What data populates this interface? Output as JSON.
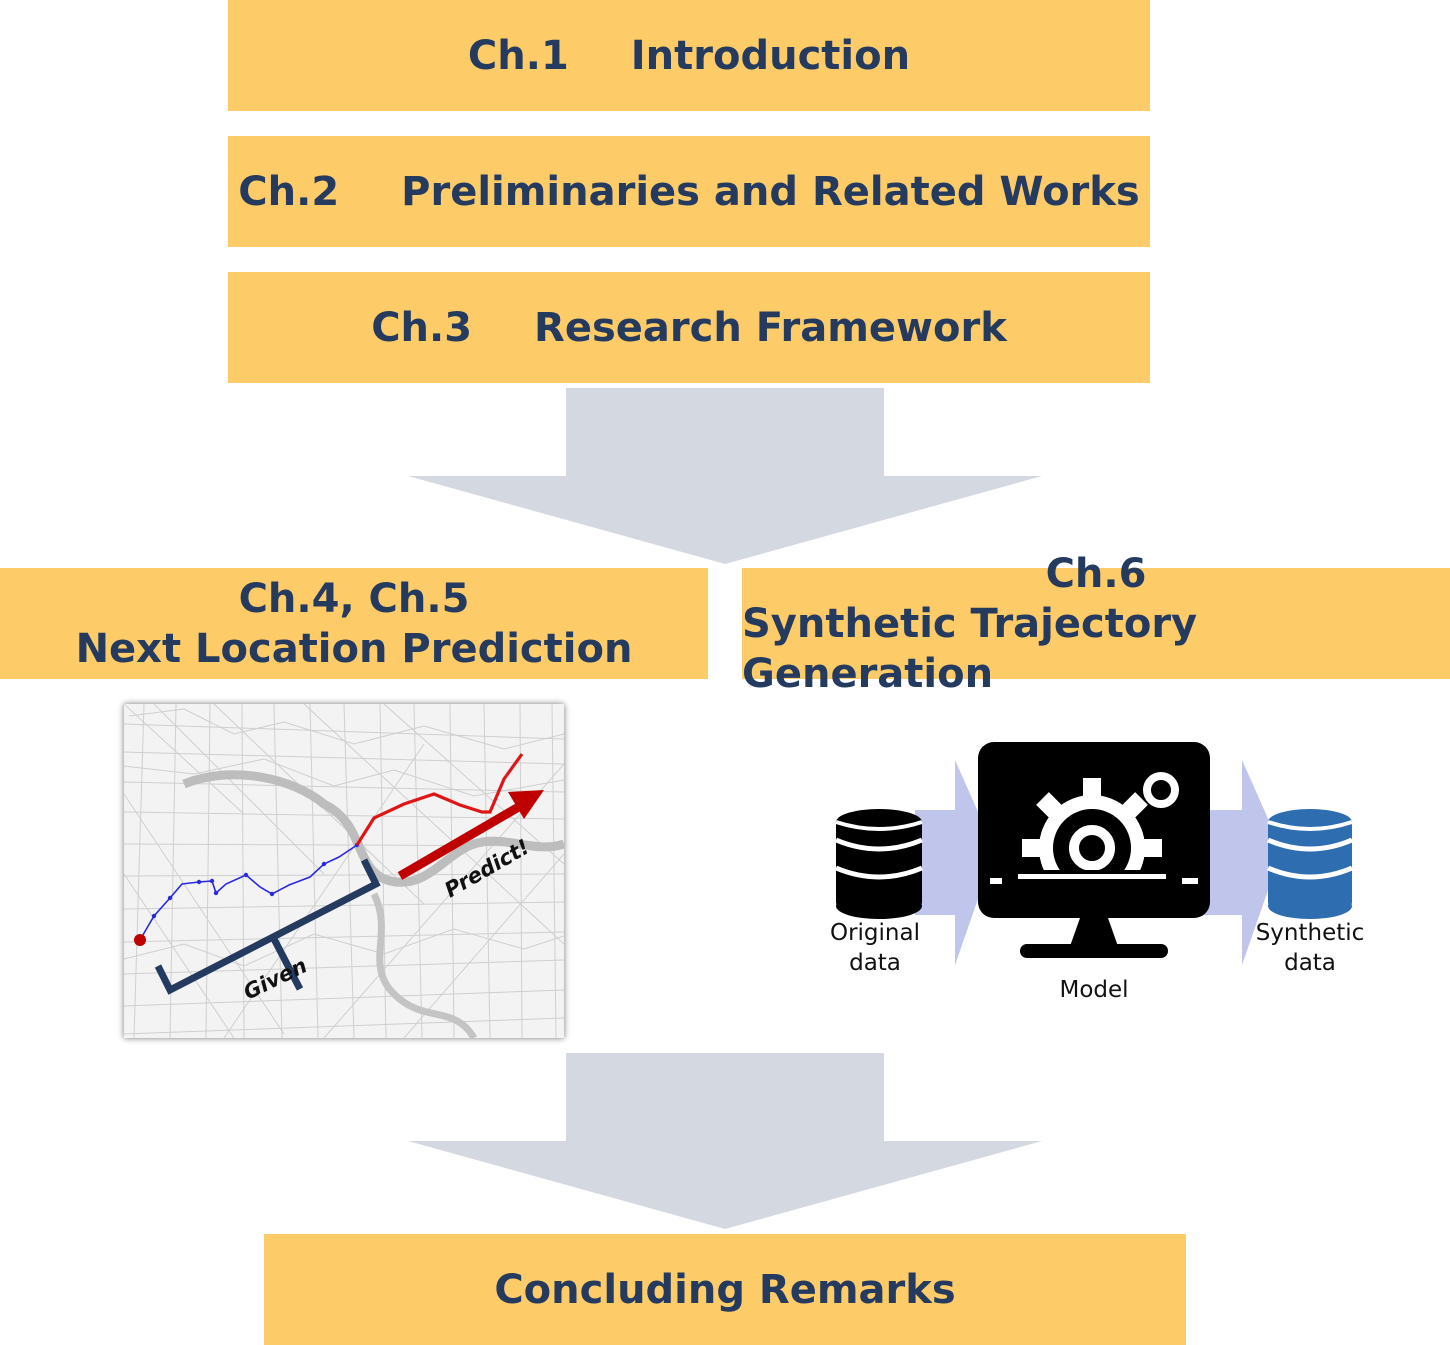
{
  "chapters": [
    {
      "num": "Ch.1",
      "title": "Introduction"
    },
    {
      "num": "Ch.2",
      "title": "Preliminaries and Related Works"
    },
    {
      "num": "Ch.3",
      "title": "Research Framework"
    }
  ],
  "branches": {
    "left": {
      "num": "Ch.4, Ch.5",
      "title": "Next Location Prediction"
    },
    "right": {
      "num": "Ch.6",
      "title": "Synthetic Trajectory Generation"
    }
  },
  "map_figure": {
    "given_label": "Given",
    "predict_label": "Predict!"
  },
  "pipeline": {
    "original_label": "Original\ndata",
    "model_label": "Model",
    "synthetic_label": "Synthetic\ndata"
  },
  "conclusion": {
    "title": "Concluding Remarks"
  },
  "colors": {
    "box_fill": "#FECB69",
    "text": "#243A5E",
    "arrow": "#D4D9E1",
    "given_path": "#2A2AE0",
    "predicted_path": "#E01515",
    "synthetic_db": "#2E6DAF"
  }
}
